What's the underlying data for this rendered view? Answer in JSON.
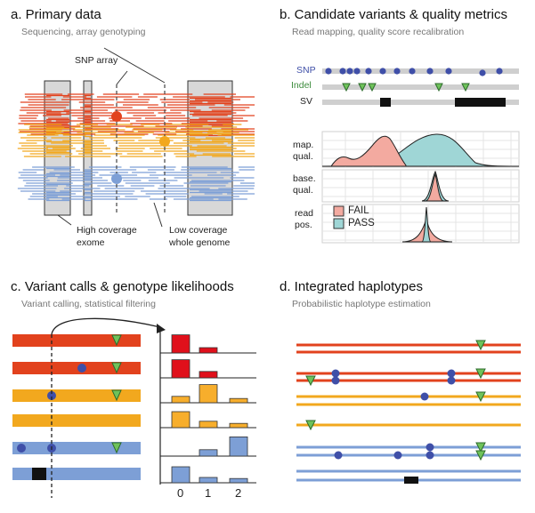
{
  "panel_a": {
    "title": "a. Primary data",
    "subtitle": "Sequencing, array genotyping",
    "snp_array_label": "SNP array",
    "exome_label_1": "High coverage",
    "exome_label_2": "exome",
    "genome_label_1": "Low coverage",
    "genome_label_2": "whole genome",
    "colors": {
      "red": "#e2421d",
      "orange": "#f2a81e",
      "blue": "#7d9fd6"
    }
  },
  "panel_b": {
    "title": "b. Candidate variants & quality metrics",
    "subtitle": "Read mapping, quality score recalibration",
    "track_snp": "SNP",
    "track_indel": "Indel",
    "track_sv": "SV",
    "metric_mapq_1": "map.",
    "metric_mapq_2": "qual.",
    "metric_baseq_1": "base.",
    "metric_baseq_2": "qual.",
    "metric_readpos_1": "read",
    "metric_readpos_2": "pos.",
    "legend_fail": "FAIL",
    "legend_pass": "PASS",
    "colors": {
      "snp": "#3f4fa8",
      "indel": "#3d8c3d",
      "fail": "#f3aaa0",
      "pass": "#9fd6d6"
    }
  },
  "panel_c": {
    "title": "c. Variant calls & genotype likelihoods",
    "subtitle": "Variant calling, statistical filtering",
    "genotype_ticks": [
      "0",
      "1",
      "2"
    ],
    "likelihoods": [
      {
        "color": "red",
        "values": [
          0.85,
          0.25,
          0.0
        ]
      },
      {
        "color": "red",
        "values": [
          0.85,
          0.3,
          0.0
        ]
      },
      {
        "color": "orange",
        "values": [
          0.3,
          0.85,
          0.2
        ]
      },
      {
        "color": "orange",
        "values": [
          0.75,
          0.3,
          0.2
        ]
      },
      {
        "color": "blue",
        "values": [
          0.0,
          0.3,
          0.9
        ]
      },
      {
        "color": "blue",
        "values": [
          0.75,
          0.25,
          0.2
        ]
      }
    ]
  },
  "panel_d": {
    "title": "d. Integrated haplotypes",
    "subtitle": "Probabilistic haplotype estimation"
  }
}
